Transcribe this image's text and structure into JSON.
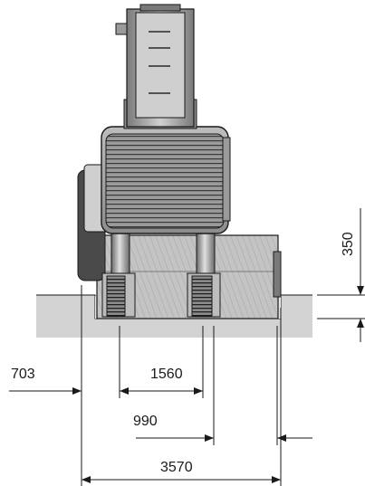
{
  "dimensions": {
    "track_overhang": "703",
    "track_gauge": "1560",
    "ground_clearance_offset": "990",
    "overall_width": "3570",
    "trench_depth": "350"
  },
  "colors": {
    "ground": "#d3d3d3",
    "machine_dark": "#4a4a4a",
    "machine_mid": "#9a9a9a",
    "machine_light": "#c8c8c8",
    "line": "#1a1a1a"
  }
}
